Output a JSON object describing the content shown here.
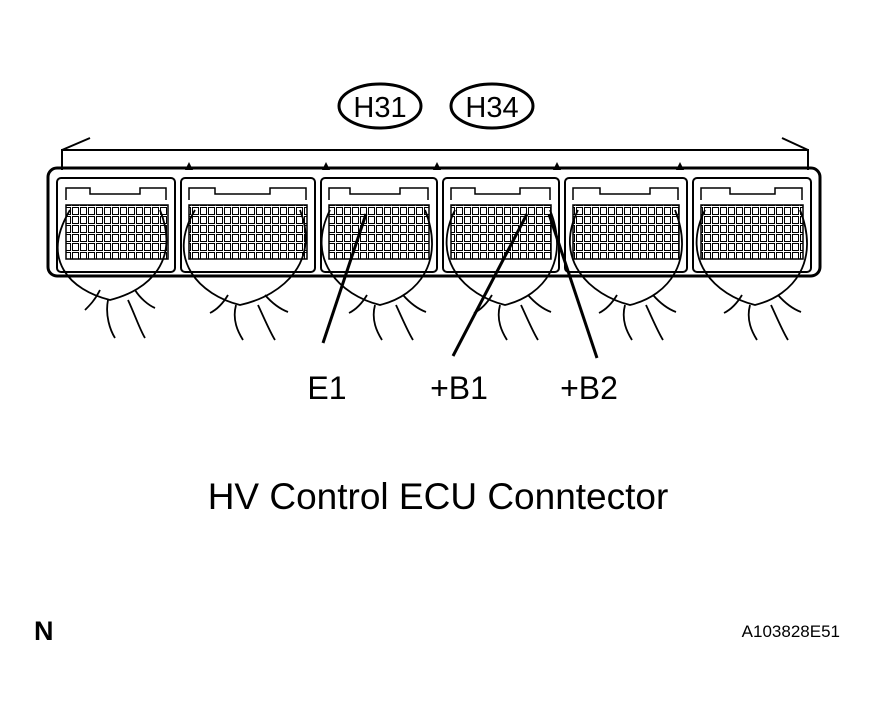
{
  "callouts": [
    "H31",
    "H34"
  ],
  "pin_labels": [
    "E1",
    "+B1",
    "+B2"
  ],
  "caption": "HV Control ECU Conntector",
  "corner_letter": "N",
  "figure_id": "A103828E51"
}
